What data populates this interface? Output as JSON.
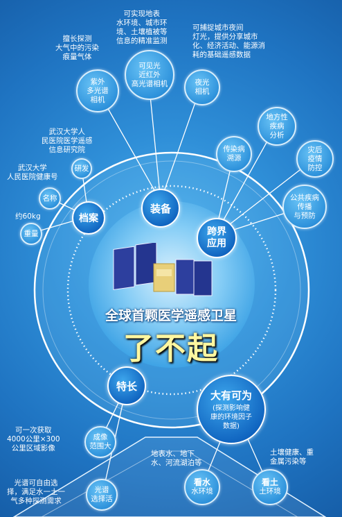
{
  "title": {
    "line1": "全球首颗医学遥感卫星",
    "line2": "了不起"
  },
  "categories": {
    "archive": "档案",
    "equipment": "装备",
    "cross": "跨界\n应用",
    "feature": "特长",
    "impact": "大有可为",
    "impact_sub": "(探测影响健\n康的环境因子\n数据)"
  },
  "archive_nodes": {
    "name": "名称",
    "dev": "研发",
    "weight": "重量"
  },
  "archive_notes": {
    "dev": "武汉大学人\n民医院医学遥感\n信息研究院",
    "name": "武汉大学\n人民医院健康号",
    "weight": "约60kg"
  },
  "equipment_nodes": {
    "uv": "紫外\n多光谱\n相机",
    "vis": "可见光\n近红外\n高光谱相机",
    "night": "夜光\n相机"
  },
  "equipment_notes": {
    "uv": "擅长探测\n大气中的污染\n痕量气体",
    "vis": "可实现地表\n水环境、城市环\n境、土壤植被等\n信息的精准监测",
    "night": "可捕捉城市夜间\n灯光，提供分享城市\n化、经济活动、能源消\n耗的基础遥感数据"
  },
  "cross_nodes": {
    "infect": "传染病\n溯源",
    "local": "地方性\n疾病\n分析",
    "disaster": "灾后\n疫情\n防控",
    "public": "公共疾病\n传播\n与预防"
  },
  "feature_nodes": {
    "range": "成像\n范围大",
    "spectrum": "光谱\n选择活"
  },
  "feature_notes": {
    "range": "可一次获取\n4000公里×300\n公里区域影像",
    "spectrum": "光谱可自由选\n择，满足水一土一\n气多种探测需求"
  },
  "impact_nodes": {
    "water_title": "看水",
    "water_sub": "水环境",
    "soil_title": "看土",
    "soil_sub": "土环境"
  },
  "impact_notes": {
    "water": "地表水、地下\n水、河流湖泊等",
    "soil": "土壤健康、重\n金属污染等"
  },
  "colors": {
    "background": "#2f8fd8",
    "node_fill": "#2f93dc",
    "category_fill": "#0f63bf",
    "title_accent": "#fff7a0"
  }
}
